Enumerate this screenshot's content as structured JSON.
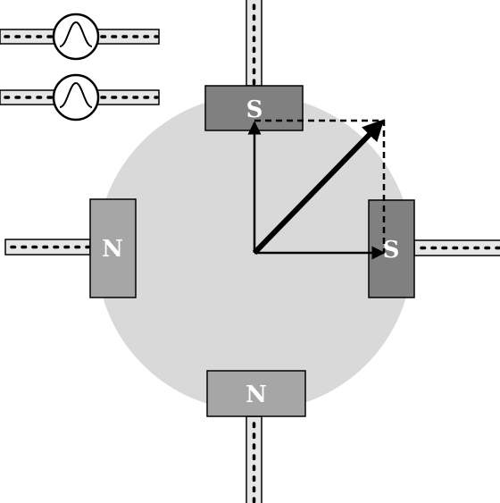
{
  "diagram": {
    "poles": {
      "top": "S",
      "right": "S",
      "left": "N",
      "bottom": "N"
    },
    "colors": {
      "rotor": "#d9d9d9",
      "pole_dark": "#808080",
      "pole_light": "#a6a6a6",
      "wire_fill": "#e6e6e6",
      "stroke": "#000000",
      "label": "#ffffff"
    },
    "sources": [
      {
        "icon": "ac-source-icon"
      },
      {
        "icon": "ac-source-icon"
      }
    ],
    "vectors": [
      {
        "name": "vertical-field-vector",
        "style": "solid"
      },
      {
        "name": "horizontal-field-vector",
        "style": "solid"
      },
      {
        "name": "resultant-field-vector",
        "style": "solid-thick"
      },
      {
        "name": "projection-guide",
        "style": "dashed"
      }
    ]
  }
}
